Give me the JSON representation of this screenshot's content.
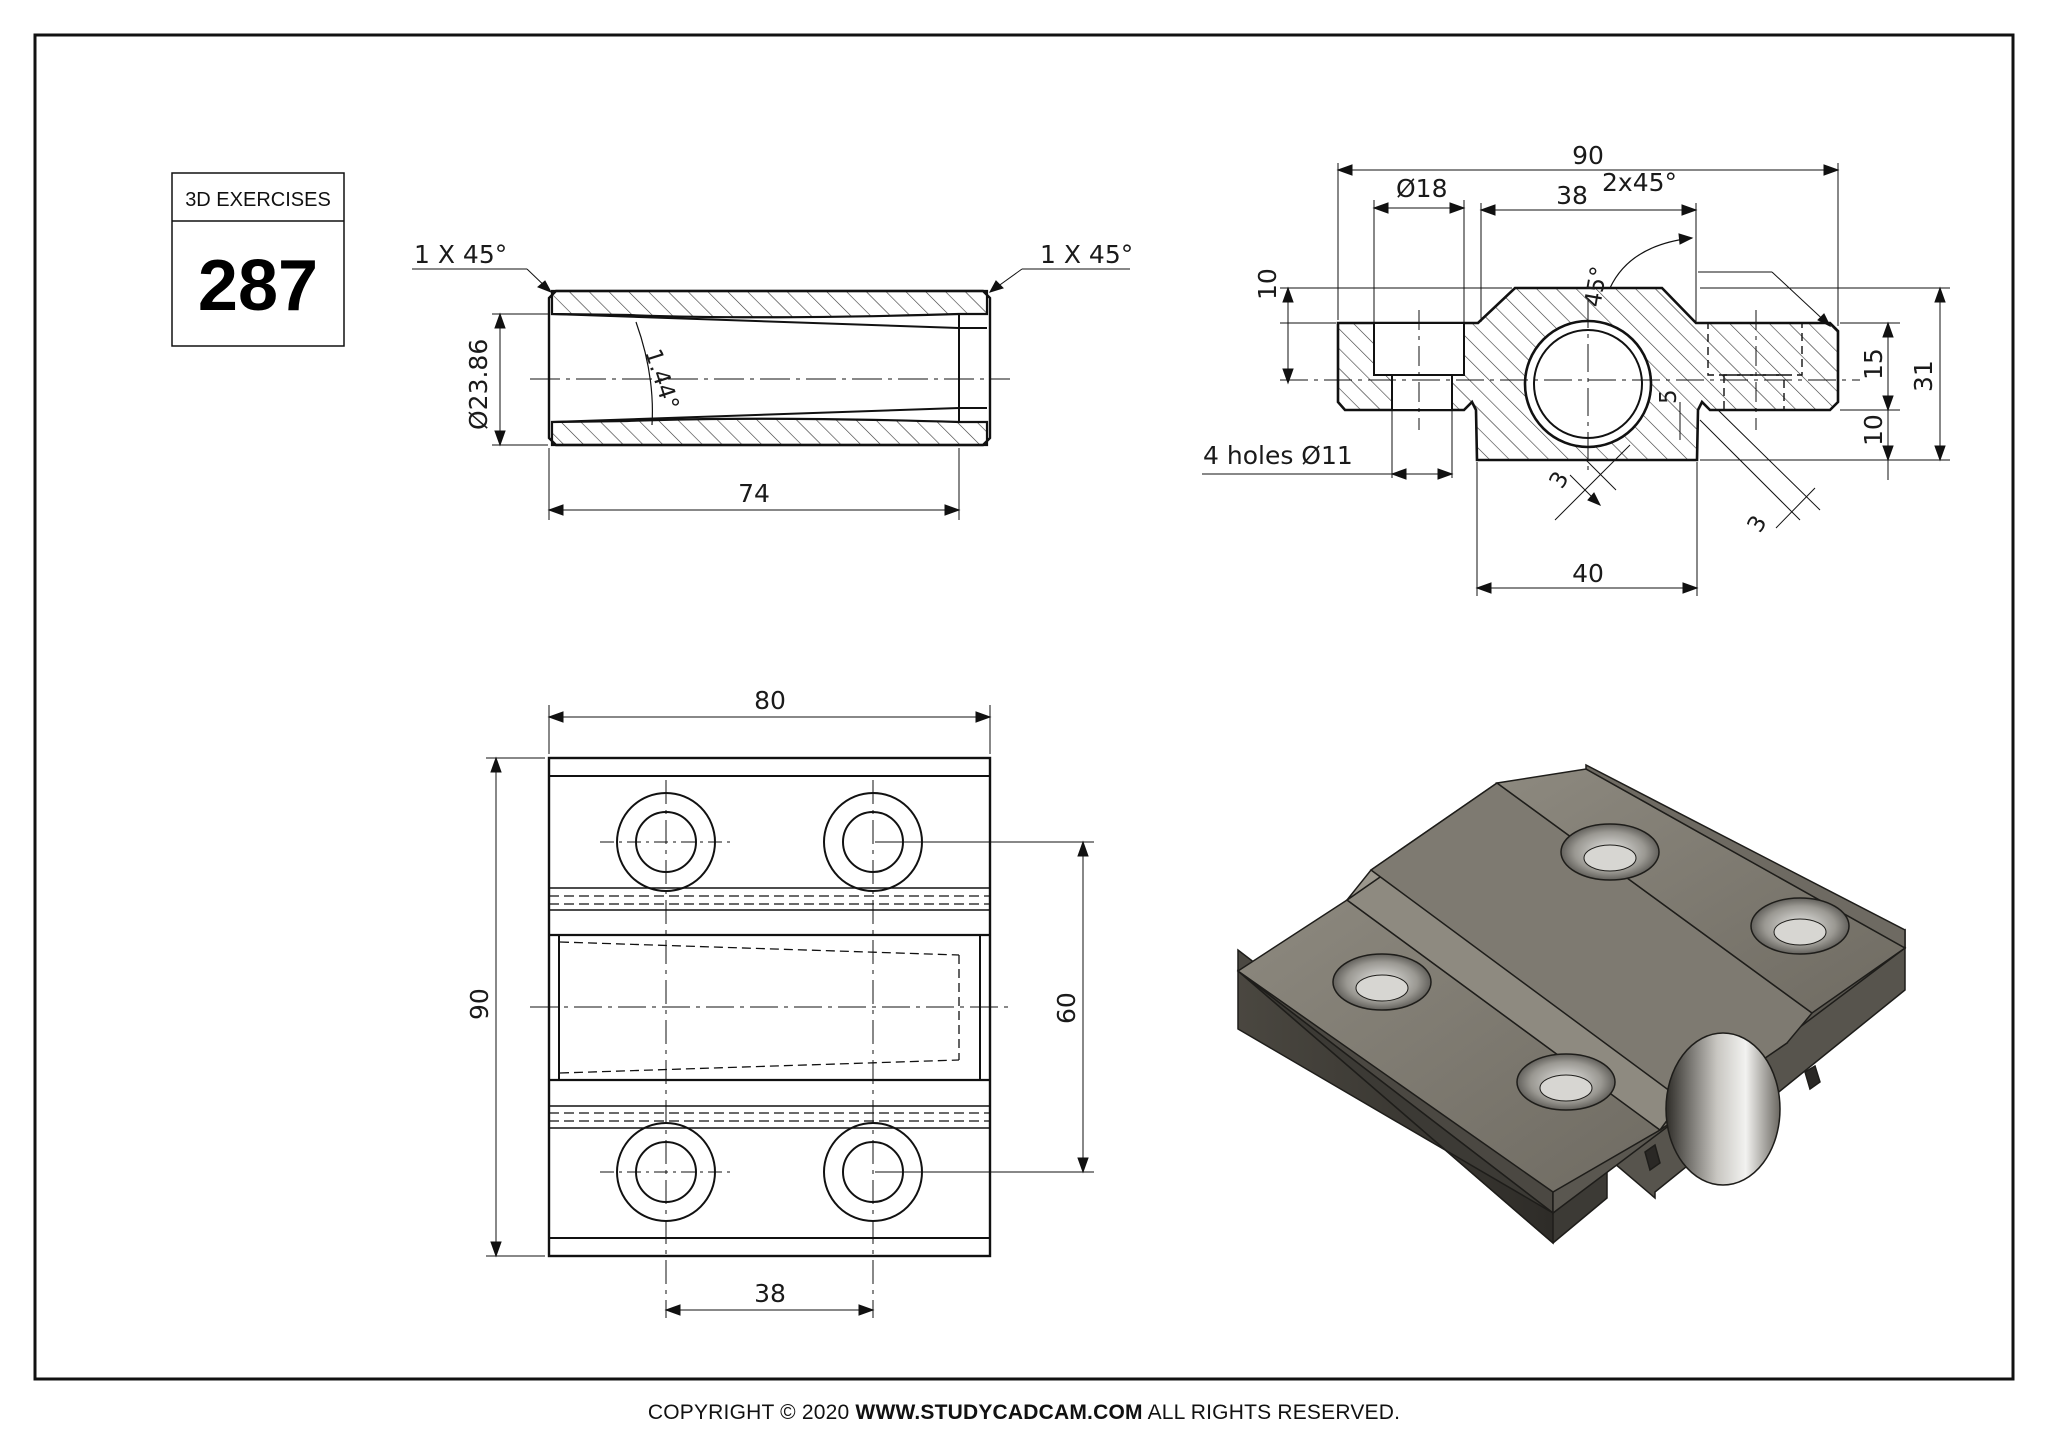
{
  "badge": {
    "heading": "3D EXERCISES",
    "number": "287"
  },
  "section_view": {
    "chamfer_left": "1 X 45°",
    "chamfer_right": "1 X 45°",
    "diameter": "Ø23.86",
    "taper_angle": "1.44°",
    "length": "74"
  },
  "front_view": {
    "width_total": "90",
    "hole_dia": "Ø18",
    "hole_spacing": "38",
    "chamfer": "2x45°",
    "angle": "45°",
    "height_step": "10",
    "height_side": "15",
    "height_total": "31",
    "height_base": "10",
    "slot_depth": "5",
    "holes_note": "4 holes Ø11",
    "slot_left": "3",
    "slot_right": "3",
    "bottom_width": "40"
  },
  "top_view": {
    "width": "80",
    "height": "90",
    "hole_spacing_y": "60",
    "hole_spacing_x": "38"
  },
  "footer": {
    "prefix": "COPYRIGHT © 2020 ",
    "site": "WWW.STUDYCADCAM.COM",
    "suffix": " ALL RIGHTS RESERVED."
  }
}
